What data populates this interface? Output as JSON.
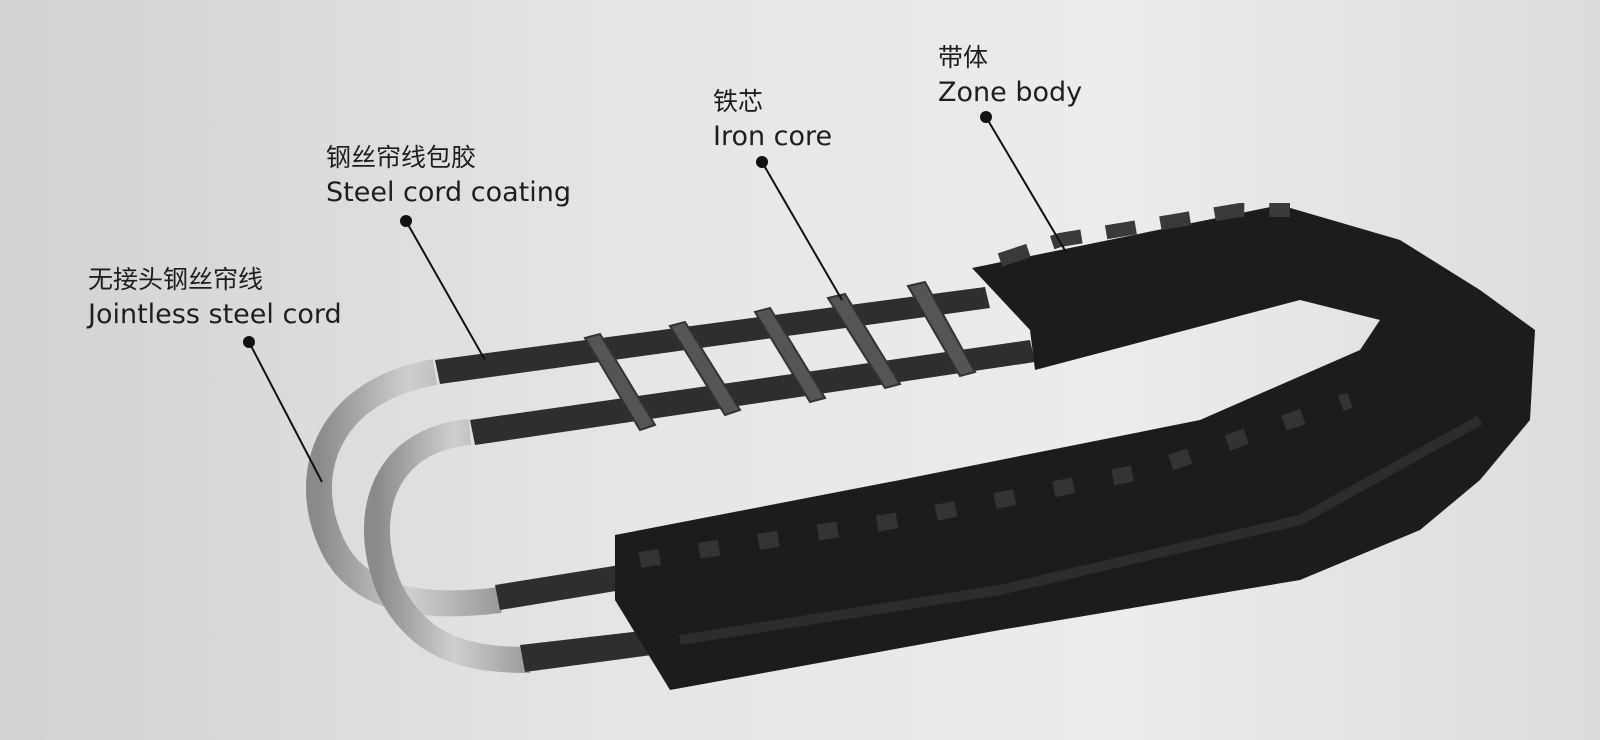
{
  "labels": [
    {
      "zh": "无接头钢丝帘线",
      "en": "Jointless steel cord"
    },
    {
      "zh": "钢丝帘线包胶",
      "en": "Steel cord coating"
    },
    {
      "zh": "铁芯",
      "en": "Iron core"
    },
    {
      "zh": "带体",
      "en": "Zone body"
    }
  ],
  "colors": {
    "rubber": "#1c1c1c",
    "strip": "#3a3a3a",
    "steel": "#a8a8a8",
    "leader": "#111111"
  }
}
